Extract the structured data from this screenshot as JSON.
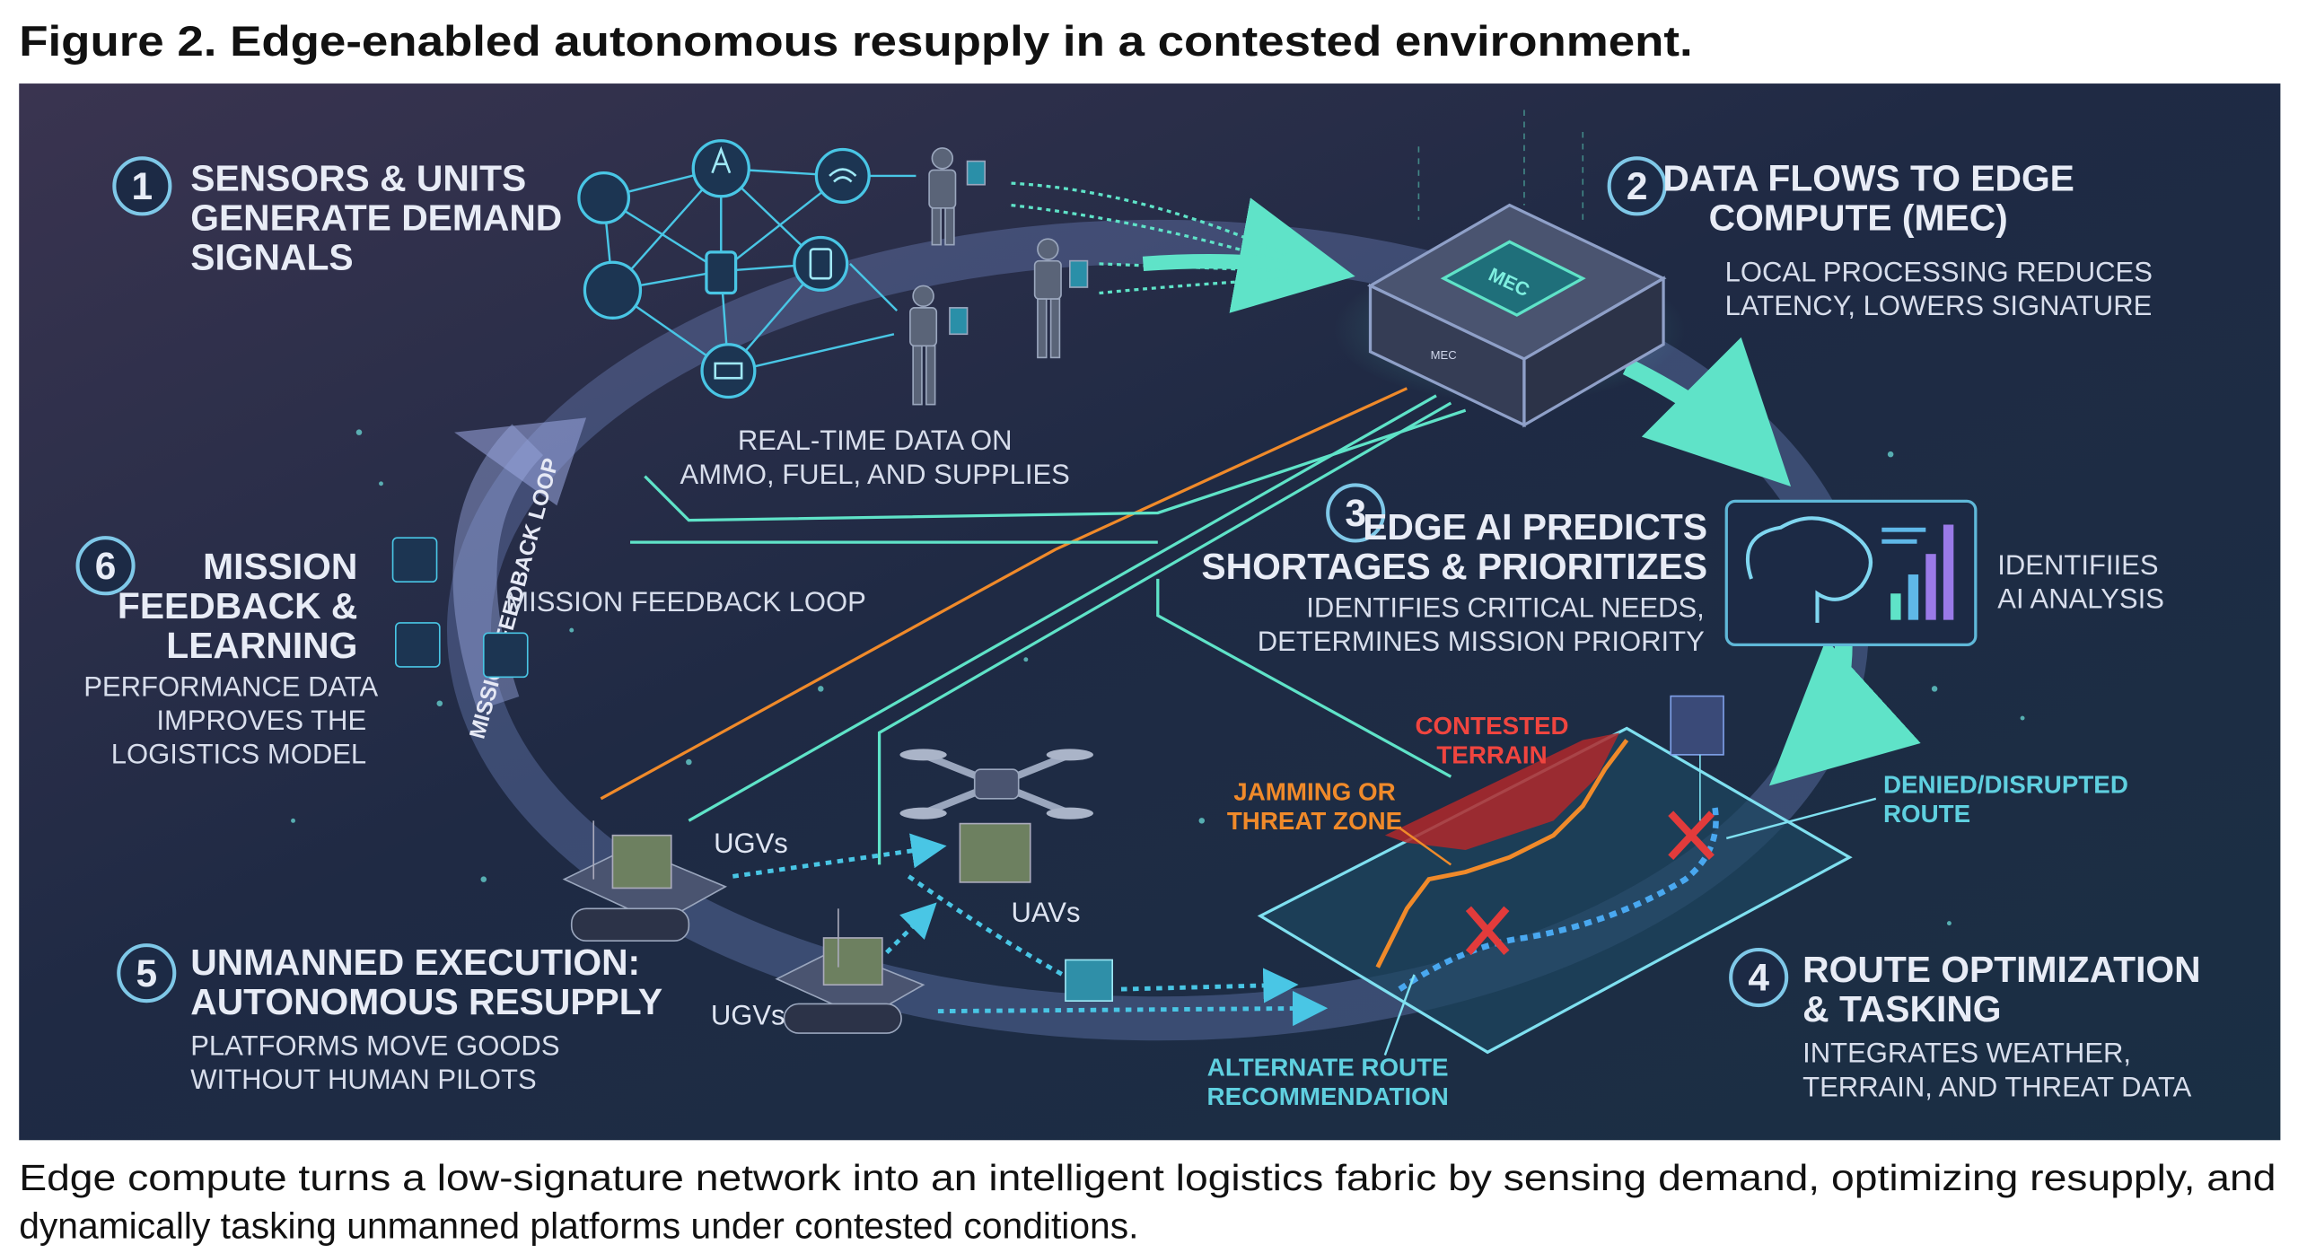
{
  "figure": {
    "title": "Figure 2. Edge-enabled autonomous resupply in a contested environment.",
    "caption_line1": "Edge compute turns a low-signature network into an intelligent logistics fabric by sensing demand, optimizing resupply, and",
    "caption_line2": "dynamically tasking unmanned platforms under contested conditions."
  },
  "steps": [
    {
      "number": "1",
      "heading": [
        "SENSORS & UNITS",
        "GENERATE DEMAND",
        "SIGNALS"
      ],
      "sub": []
    },
    {
      "number": "2",
      "heading": [
        "DATA FLOWS TO EDGE",
        "COMPUTE (MEC)"
      ],
      "sub": [
        "LOCAL PROCESSING REDUCES",
        "LATENCY, LOWERS SIGNATURE"
      ]
    },
    {
      "number": "3",
      "heading": [
        "EDGE AI PREDICTS",
        "SHORTAGES & PRIORITIZES"
      ],
      "sub": [
        "IDENTIFIES CRITICAL NEEDS,",
        "DETERMINES MISSION PRIORITY"
      ]
    },
    {
      "number": "4",
      "heading": [
        "ROUTE OPTIMIZATION",
        "& TASKING"
      ],
      "sub": [
        "INTEGRATES WEATHER,",
        "TERRAIN, AND THREAT DATA"
      ]
    },
    {
      "number": "5",
      "heading": [
        "UNMANNED EXECUTION:",
        "AUTONOMOUS RESUPPLY"
      ],
      "sub": [
        "PLATFORMS MOVE GOODS",
        "WITHOUT HUMAN PILOTS"
      ]
    },
    {
      "number": "6",
      "heading": [
        "MISSION",
        "FEEDBACK &",
        "LEARNING"
      ],
      "sub": [
        "PERFORMANCE DATA",
        "IMPROVES THE",
        "LOGISTICS MODEL"
      ]
    }
  ],
  "labels": {
    "realtime": [
      "REAL-TIME DATA ON",
      "AMMO, FUEL, AND SUPPLIES"
    ],
    "ai_analysis": [
      "IDENTIFIIES",
      "AI ANALYSIS"
    ],
    "feedback_loop": "MISSION FEEDBACK LOOP",
    "feedback_loop_arc": "MISSION FEEDBACK LOOP",
    "contested": [
      "CONTESTED",
      "TERRAIN"
    ],
    "jamming": [
      "JAMMING OR",
      "THREAT ZONE"
    ],
    "denied": [
      "DENIED/DISRUPTED",
      "ROUTE"
    ],
    "alternate": [
      "ALTERNATE ROUTE",
      "RECOMMENDATION"
    ],
    "ugvs_1": "UGVs",
    "ugvs_2": "UGVs",
    "uavs": "UAVs",
    "mec_chip": "MEC",
    "mec_side": "MEC"
  },
  "colors": {
    "accent_teal": "#5fe3c8",
    "cyan": "#49c6e5",
    "orange": "#f08a2a",
    "red": "#e23b3b",
    "panel_bg": "#1f2a44"
  }
}
